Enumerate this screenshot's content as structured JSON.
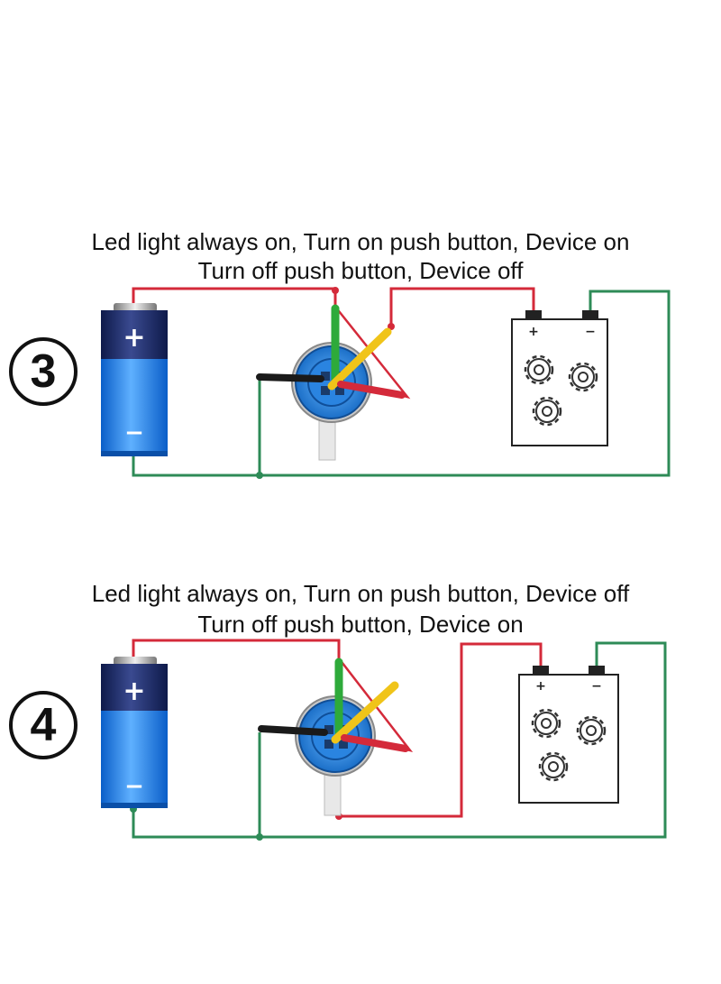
{
  "diagrams": [
    {
      "number": "3",
      "caption_line1": "Led light always on, Turn on push button, Device on",
      "caption_line2": "Turn off push button, Device off"
    },
    {
      "number": "4",
      "caption_line1": "Led light always on, Turn on push button, Device off",
      "caption_line2": "Turn off push button, Device on"
    }
  ],
  "battery": {
    "positive_sign": "+",
    "negative_sign": "−"
  },
  "device": {
    "positive_sign": "+",
    "negative_sign": "−"
  },
  "colors": {
    "red_wire": "#d42a3a",
    "green_wire": "#2e8b57",
    "battery_blue": "#1e7fe0",
    "battery_navy": "#1a2a6e",
    "switch_blue": "#2f8fe0",
    "yellow_wire": "#f0c419"
  }
}
